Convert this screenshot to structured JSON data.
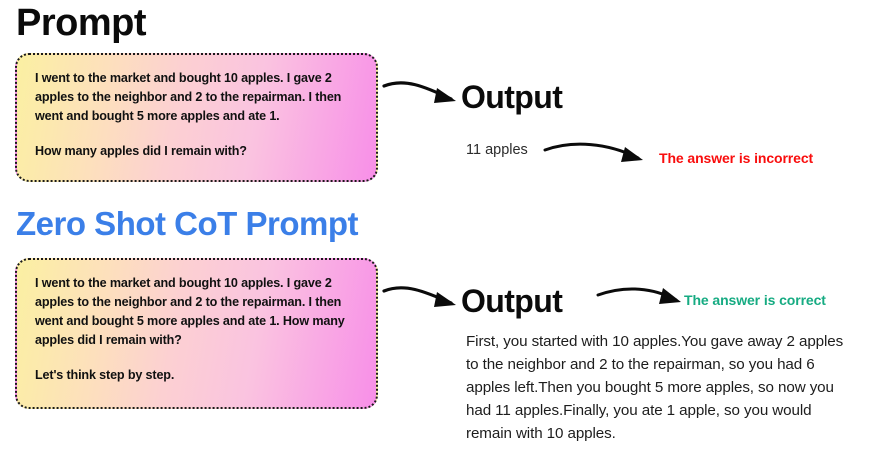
{
  "sections": {
    "prompt": {
      "title": "Prompt",
      "title_color": "#0b0b0b",
      "box": {
        "paragraphs": [
          "I went to the market and bought 10 apples. I gave 2 apples to the neighbor and 2 to the repairman. I then went and bought 5 more apples and ate 1.",
          "How many apples did I remain with?"
        ]
      },
      "output": {
        "heading": "Output",
        "answer": "11 apples",
        "verdict": "The answer is incorrect",
        "verdict_color": "#f90d0d"
      }
    },
    "zero_shot_cot": {
      "title": "Zero Shot CoT Prompt",
      "title_color": "#3b7fe8",
      "box": {
        "paragraphs": [
          "I went to the market and bought 10 apples. I gave 2 apples to the neighbor and 2 to the repairman. I then went and bought 5 more apples and ate 1. How many apples did I remain with?",
          "Let's think step by step."
        ]
      },
      "output": {
        "heading": "Output",
        "verdict": "The answer is correct",
        "verdict_color": "#16ab82",
        "answer": "First, you started with 10 apples.You gave away 2 apples to the neighbor and 2 to the repairman, so you had 6 apples left.Then you bought 5 more apples, so now you had 11 apples.Finally, you ate 1 apple, so you would remain with 10 apples."
      }
    }
  },
  "style": {
    "box_gradient_start": "#fbf0a2",
    "box_gradient_mid": "#fcd0d2",
    "box_gradient_end": "#f88fe8",
    "box_border": "#1a1a1a",
    "arrow_color": "#0b0b0b",
    "background": "#ffffff"
  },
  "arrows": [
    {
      "name": "arrow-prompt-to-output",
      "from": "prompt-box-1",
      "to": "output-heading-1"
    },
    {
      "name": "arrow-answer-to-verdict-incorrect",
      "from": "answer-short",
      "to": "verdict-incorrect"
    },
    {
      "name": "arrow-cot-prompt-to-output",
      "from": "prompt-box-2",
      "to": "output-heading-2"
    },
    {
      "name": "arrow-output-to-verdict-correct",
      "from": "output-heading-2",
      "to": "verdict-correct"
    }
  ]
}
